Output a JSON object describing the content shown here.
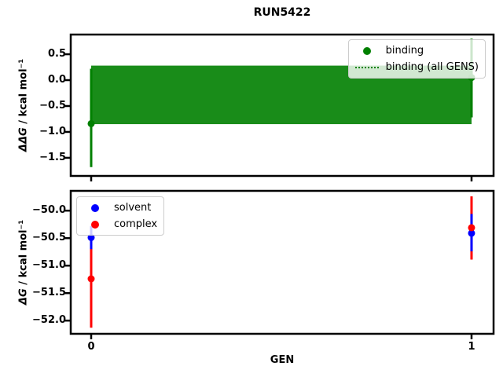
{
  "figure": {
    "title": "RUN5422"
  },
  "colors": {
    "binding": "#008000",
    "solvent": "#0000ff",
    "complex": "#ff0000",
    "axes": "#000000",
    "legend_border": "#cccccc",
    "background": "#ffffff"
  },
  "chart_data": [
    {
      "type": "scatter",
      "panel": "top",
      "title": "",
      "xlabel": "",
      "ylabel": "ΔΔG / kcal mol⁻¹",
      "ylabel_math": "ΔΔG",
      "ylabel_units": " / kcal mol⁻¹",
      "xlim": [
        -0.0537,
        1.0579
      ],
      "ylim": [
        -1.85,
        0.88
      ],
      "grid": false,
      "yticks": [
        {
          "label": "0.5",
          "value": 0.5
        },
        {
          "label": "0.0",
          "value": 0.0
        },
        {
          "label": "−0.5",
          "value": -0.5
        },
        {
          "label": "−1.0",
          "value": -1.0
        },
        {
          "label": "−1.5",
          "value": -1.5
        }
      ],
      "xticks": [
        {
          "label": "",
          "value": 0
        },
        {
          "label": "",
          "value": 1
        }
      ],
      "legend": {
        "position": "upper right",
        "entries": [
          {
            "label": "binding",
            "marker": "dot",
            "color": "#008000"
          },
          {
            "label": "binding (all GENS)",
            "marker": "dotted-line",
            "color": "#008000"
          }
        ]
      },
      "series": [
        {
          "name": "binding",
          "color": "#008000",
          "marker": "circle",
          "points": [
            {
              "x": 0,
              "y": -0.84,
              "err_lo": -1.68,
              "err_hi": 0.22
            },
            {
              "x": 1,
              "y": 0.05,
              "err_lo": -0.72,
              "err_hi": 0.8
            }
          ]
        },
        {
          "name": "binding (all GENS)",
          "color": "#008000",
          "style": "dotted",
          "band": {
            "x_start": 0,
            "x_end": 1,
            "y_lo": -0.85,
            "y_hi": 0.28
          }
        }
      ]
    },
    {
      "type": "scatter",
      "panel": "bottom",
      "title": "",
      "xlabel": "GEN",
      "ylabel": "ΔG / kcal mol⁻¹",
      "ylabel_math": "ΔG",
      "ylabel_units": " / kcal mol⁻¹",
      "xlim": [
        -0.0537,
        1.0579
      ],
      "ylim": [
        -52.24,
        -49.64
      ],
      "grid": false,
      "yticks": [
        {
          "label": "−50.0",
          "value": -50.0
        },
        {
          "label": "−50.5",
          "value": -50.5
        },
        {
          "label": "−51.0",
          "value": -51.0
        },
        {
          "label": "−51.5",
          "value": -51.5
        },
        {
          "label": "−52.0",
          "value": -52.0
        }
      ],
      "xticks": [
        {
          "label": "0",
          "value": 0
        },
        {
          "label": "1",
          "value": 1
        }
      ],
      "legend": {
        "position": "upper left",
        "entries": [
          {
            "label": "solvent",
            "marker": "dot",
            "color": "#0000ff"
          },
          {
            "label": "complex",
            "marker": "dot",
            "color": "#ff0000"
          }
        ]
      },
      "series": [
        {
          "name": "solvent",
          "color": "#0000ff",
          "marker": "circle",
          "points": [
            {
              "x": 0,
              "y": -50.49,
              "err_lo": -50.7,
              "err_hi": -50.28
            },
            {
              "x": 1,
              "y": -50.41,
              "err_lo": -50.74,
              "err_hi": -50.06
            }
          ]
        },
        {
          "name": "complex",
          "color": "#ff0000",
          "marker": "circle",
          "points": [
            {
              "x": 0,
              "y": -51.24,
              "err_lo": -52.13,
              "err_hi": -50.43
            },
            {
              "x": 1,
              "y": -50.31,
              "err_lo": -50.89,
              "err_hi": -49.74
            }
          ]
        }
      ]
    }
  ]
}
